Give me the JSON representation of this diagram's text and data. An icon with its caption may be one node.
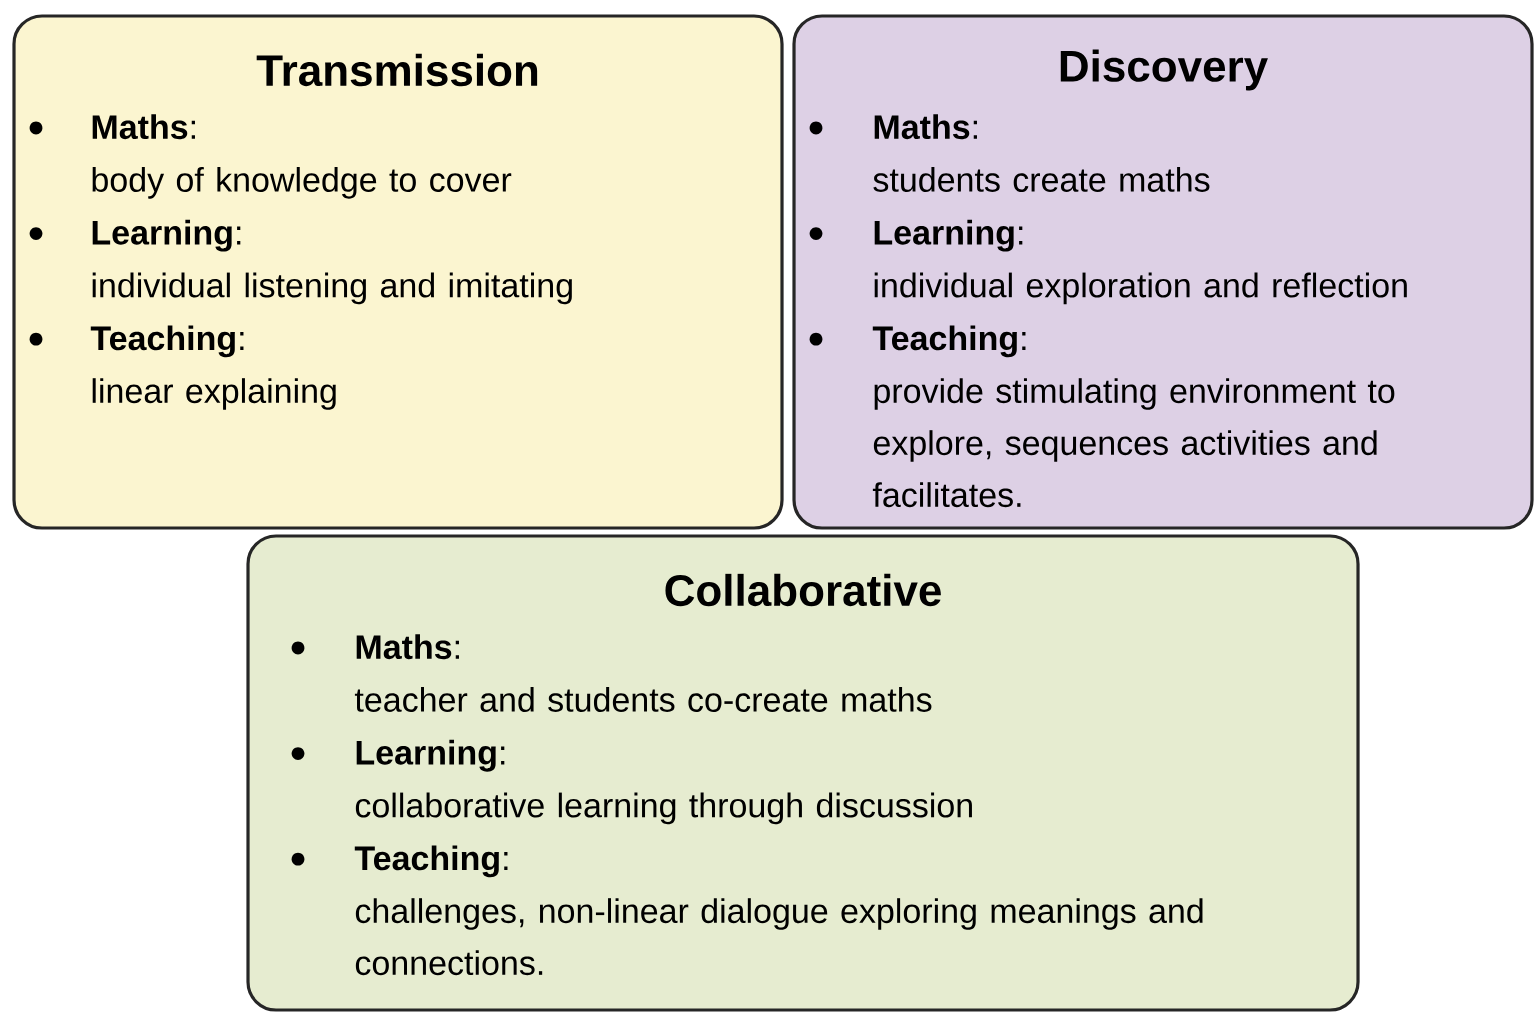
{
  "diagram": {
    "nodes": [
      {
        "text": [
          "Transmission",
          "**Maths**:",
          "body of knowledge to cover",
          "**Learning**:",
          "individual listening and imitating",
          "**Teaching**:",
          "linear explaining"
        ]
      },
      {
        "text": [
          "Discovery",
          "**Maths**:",
          "students create maths",
          "**Learning**:",
          "individual exploration and reflection",
          "**Teaching**:",
          "provide stimulating environment to explore, sequences activities and facilitates."
        ]
      },
      {
        "text": [
          "Collaborative",
          "**Maths**:",
          "teacher and students co-create maths",
          "**Learning**:",
          "collaborative learning through discussion",
          "**Teaching**:",
          "challenges, non-linear dialogue exploring meanings and connections."
        ]
      }
    ]
  }
}
